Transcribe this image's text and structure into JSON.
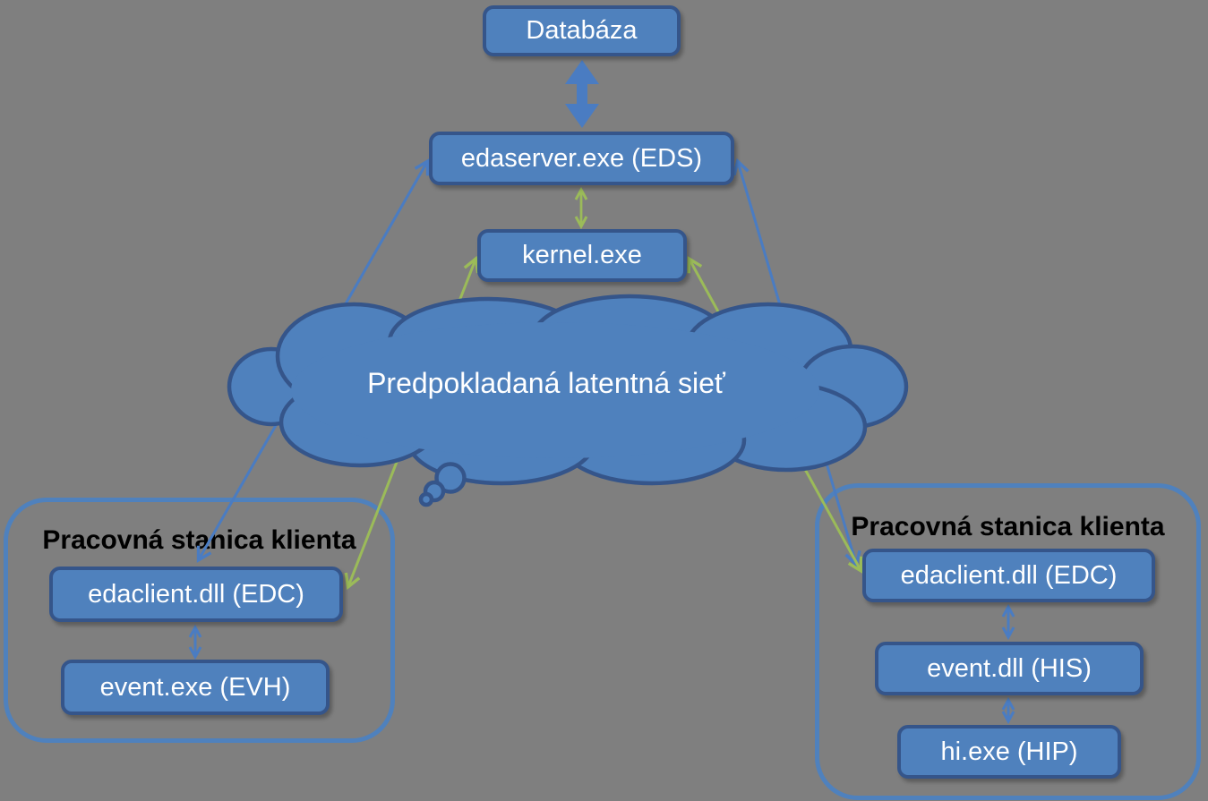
{
  "nodes": {
    "database": {
      "label": "Databáza"
    },
    "edaserver": {
      "label": "edaserver.exe (EDS)"
    },
    "kernel": {
      "label": "kernel.exe"
    }
  },
  "cloud": {
    "label": "Predpokladaná latentná sieť"
  },
  "left_workstation": {
    "title": "Pracovná stanica klienta",
    "boxes": [
      "edaclient.dll (EDC)",
      "event.exe (EVH)"
    ]
  },
  "right_workstation": {
    "title": "Pracovná stanica klienta",
    "boxes": [
      "edaclient.dll (EDC)",
      "event.dll (HIS)",
      "hi.exe (HIP)"
    ]
  },
  "colors": {
    "background": "#7f7f7f",
    "node_fill": "#4f81bd",
    "node_border": "#35558a",
    "container_border": "#4f81bd",
    "blue_arrow": "#4a7cc2",
    "green_arrow": "#9bbb59",
    "node_text": "#ffffff",
    "title_text": "#000000"
  }
}
